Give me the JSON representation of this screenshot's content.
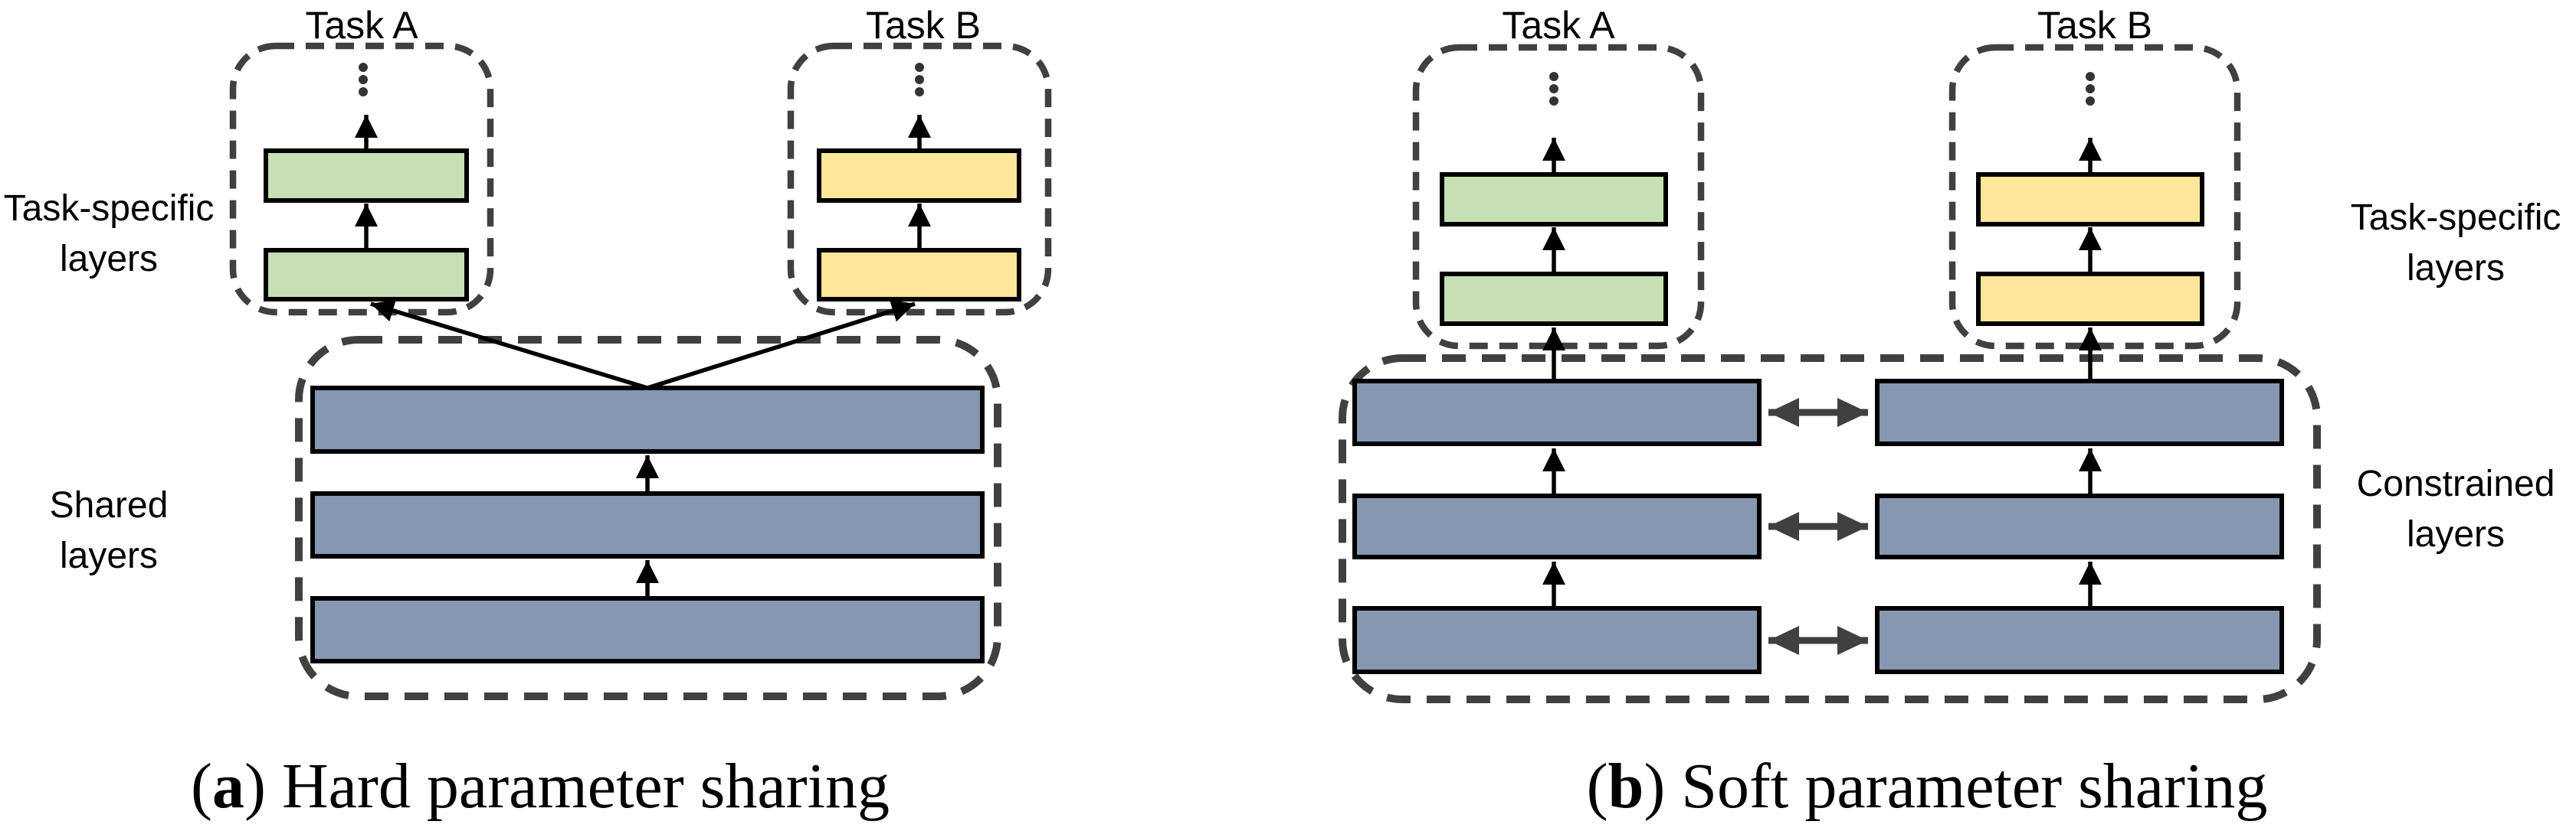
{
  "panel_a": {
    "task_a_label": "Task A",
    "task_b_label": "Task B",
    "left_label": {
      "line1": "Task-specific",
      "line2": "layers"
    },
    "shared_label": {
      "line1": "Shared",
      "line2": "layers"
    },
    "caption": {
      "open": "(",
      "letter": "a",
      "rest": ") Hard parameter sharing"
    }
  },
  "panel_b": {
    "task_a_label": "Task A",
    "task_b_label": "Task B",
    "right_label": {
      "line1": "Task-specific",
      "line2": "layers"
    },
    "constrained_label": {
      "line1": "Constrained",
      "line2": "layers"
    },
    "caption": {
      "open": "(",
      "letter": "b",
      "rest": ") Soft parameter sharing"
    }
  },
  "structure": {
    "panel_a": {
      "shared_layers": 3,
      "task_specific_layers_per_task": 2,
      "tasks": 2
    },
    "panel_b": {
      "constrained_layers_per_task": 3,
      "task_specific_layers_per_task": 2,
      "tasks": 2,
      "coupling_arrows": 3
    }
  },
  "colors": {
    "task_a_layer_fill": "#C6E0B4",
    "task_b_layer_fill": "#FFE699",
    "shared_layer_fill": "#8597B1",
    "box_border": "#000000",
    "dashed_border": "#404040",
    "arrow": "#000000",
    "coupling_arrow": "#404040",
    "background": "#FFFFFF"
  }
}
